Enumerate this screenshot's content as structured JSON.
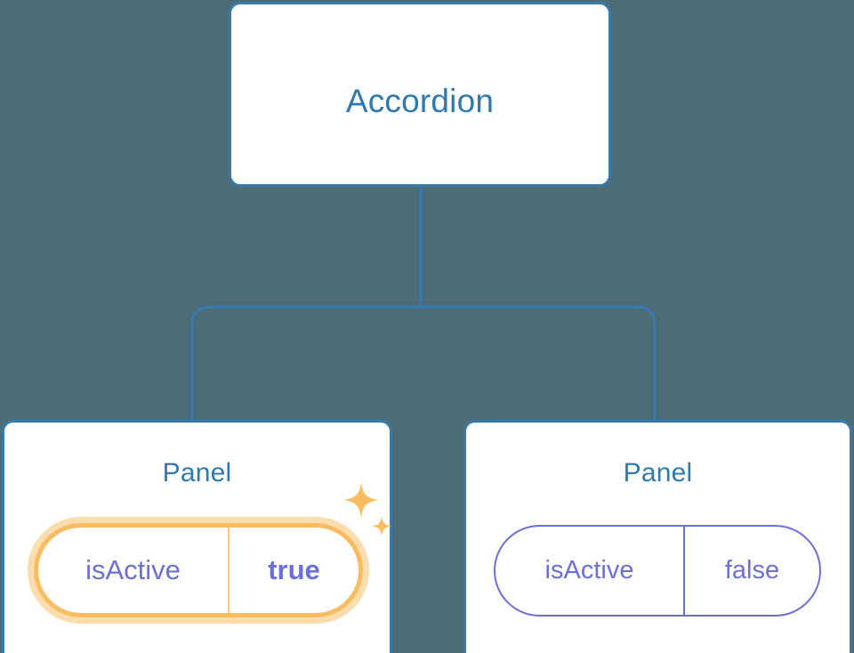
{
  "diagram": {
    "type": "component-tree",
    "background_color": "#4C6C78",
    "node_border_color": "#3A7AAB",
    "title_color": "#2E7AAF",
    "prop_text_color": "#6B6FD8",
    "highlight_color": "#F9BC60",
    "highlight_glow_color": "#FBDDAE",
    "root": {
      "label": "Accordion"
    },
    "children": [
      {
        "label": "Panel",
        "highlighted": true,
        "prop": {
          "key": "isActive",
          "value": "true",
          "value_bold": true
        },
        "decoration": "sparkles-icon"
      },
      {
        "label": "Panel",
        "highlighted": false,
        "prop": {
          "key": "isActive",
          "value": "false",
          "value_bold": false
        }
      }
    ]
  }
}
